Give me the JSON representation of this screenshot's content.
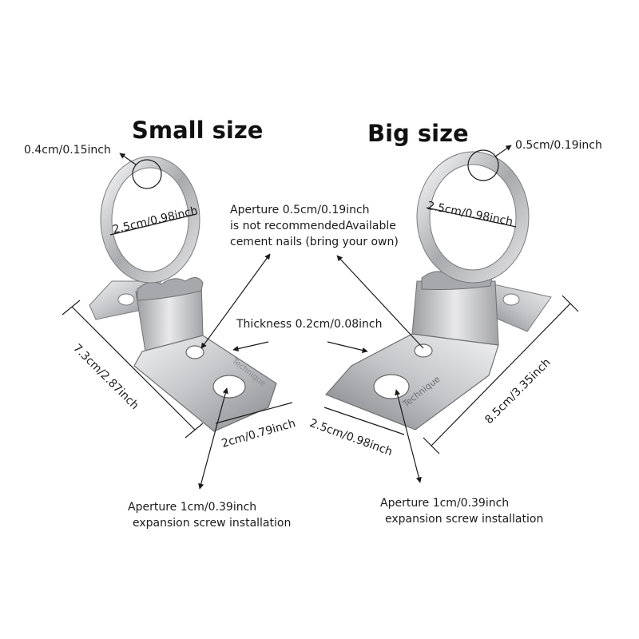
{
  "titles": {
    "small": "Small size",
    "big": "Big size"
  },
  "small": {
    "ring_wire": "0.4cm/0.15inch",
    "ring_inner": "2.5cm/0.98inch",
    "length": "7.3cm/2.87inch",
    "width": "2cm/0.79inch",
    "aperture_line1": "Aperture 1cm/0.39inch",
    "aperture_line2": "expansion screw installation"
  },
  "big": {
    "ring_wire": "0.5cm/0.19inch",
    "ring_inner": "2.5cm/0.98inch",
    "length": "8.5cm/3.35inch",
    "width": "2.5cm/0.98inch",
    "aperture_line1": "Aperture 1cm/0.39inch",
    "aperture_line2": "expansion screw installation"
  },
  "shared": {
    "small_aperture_line1": "Aperture 0.5cm/0.19inch",
    "small_aperture_line2": "is not recommendedAvailable",
    "small_aperture_line3": "cement nails (bring your own)",
    "thickness": "Thickness 0.2cm/0.08inch"
  },
  "engraving": "Technique",
  "colors": {
    "metal_light": "#e8e8ea",
    "metal_mid": "#b9babd",
    "metal_dark": "#6f7073",
    "text": "#1a1a1a",
    "background": "#ffffff"
  }
}
